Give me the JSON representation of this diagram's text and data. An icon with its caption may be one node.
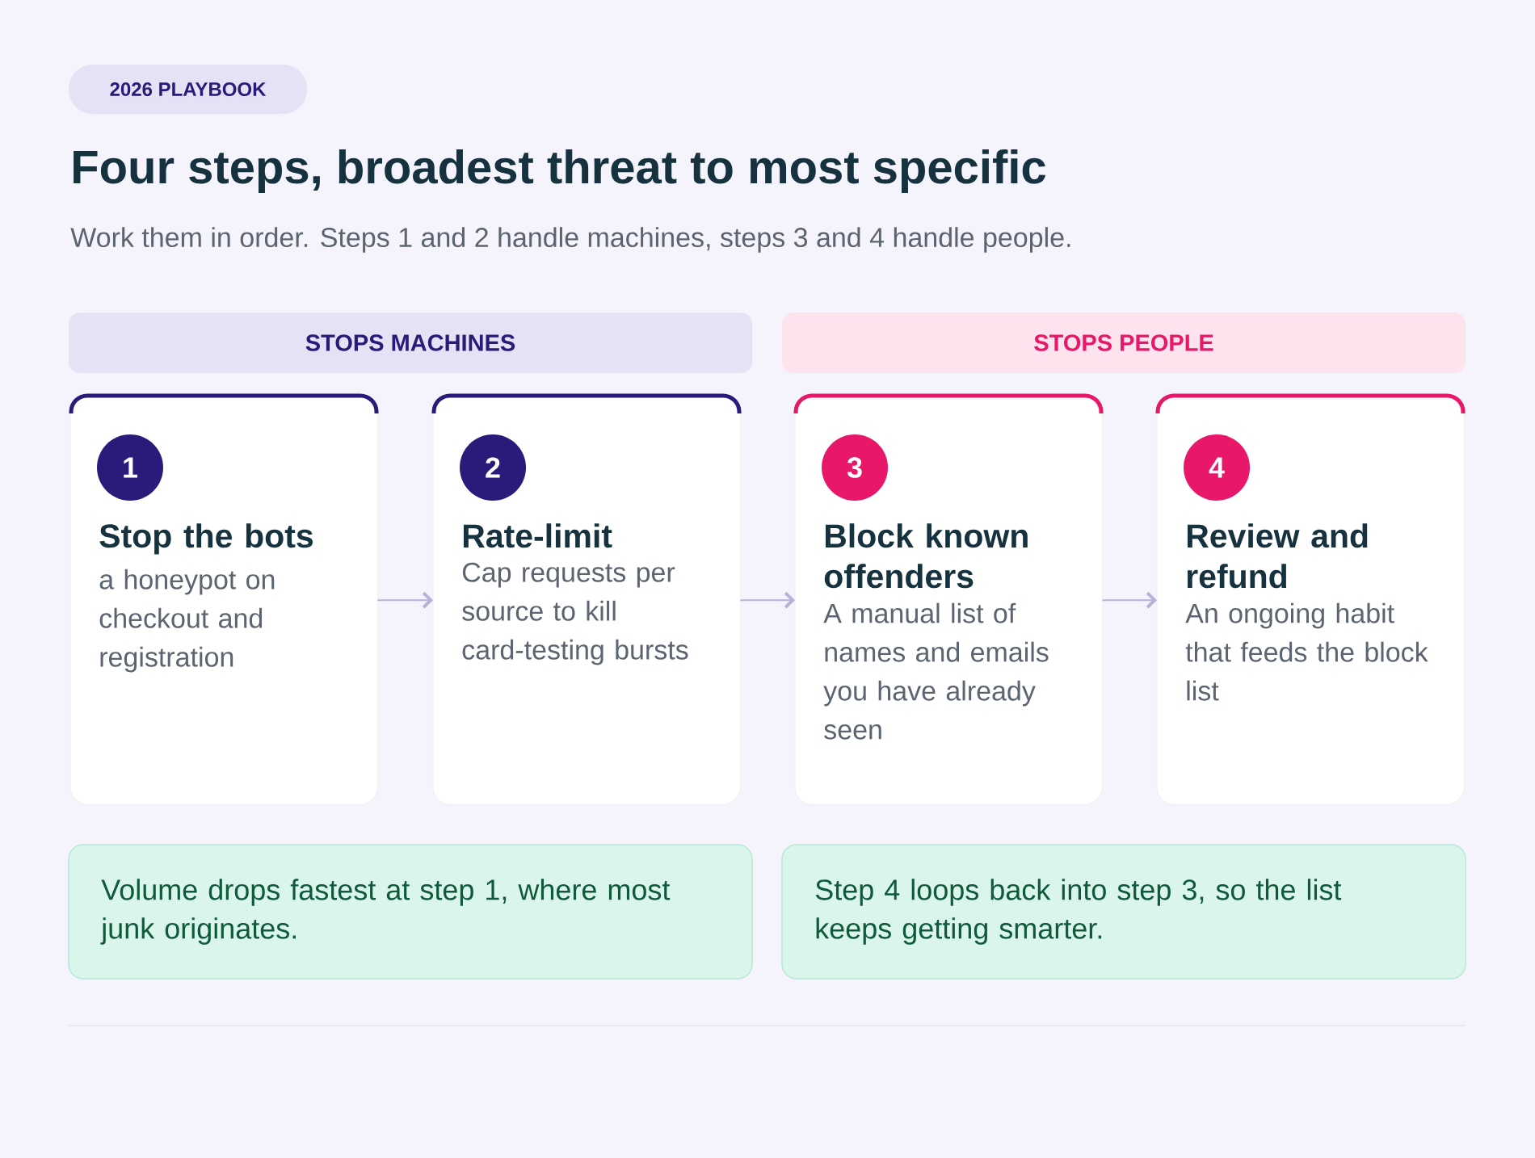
{
  "diagram": {
    "title": "Four steps, broadest threat to most specific",
    "nodes": [
      {
        "text": [
          "2026 PLAYBOOK"
        ]
      },
      {
        "text": [
          "STOPS MACHINES"
        ]
      },
      {
        "text": [
          "STOPS PEOPLE"
        ]
      },
      {
        "text": [
          "1",
          "Stop the bots",
          "a honeypot on checkout and registration"
        ]
      },
      {
        "text": [
          "2",
          "Rate-limit",
          "Cap requests per source to kill card-testing bursts"
        ]
      },
      {
        "text": [
          "3",
          "Block known offenders",
          "A manual list of names and emails you have already seen"
        ]
      },
      {
        "text": [
          "4",
          "Review and refund",
          "An ongoing habit that feeds the block list"
        ]
      },
      {
        "text": [
          "Volume drops fastest at step 1, where most junk originates."
        ]
      },
      {
        "text": [
          "Step 4 loops back into step 3, so the list keeps getting smarter."
        ]
      }
    ],
    "edges": [
      {
        "from": 3,
        "to": 4,
        "arrow": "to"
      },
      {
        "from": 4,
        "to": 5,
        "arrow": "to"
      },
      {
        "from": 5,
        "to": 6,
        "arrow": "to"
      }
    ],
    "labels": [
      "Work them in order. Steps 1 and 2 handle machines, steps 3 and 4 handle people."
    ]
  }
}
